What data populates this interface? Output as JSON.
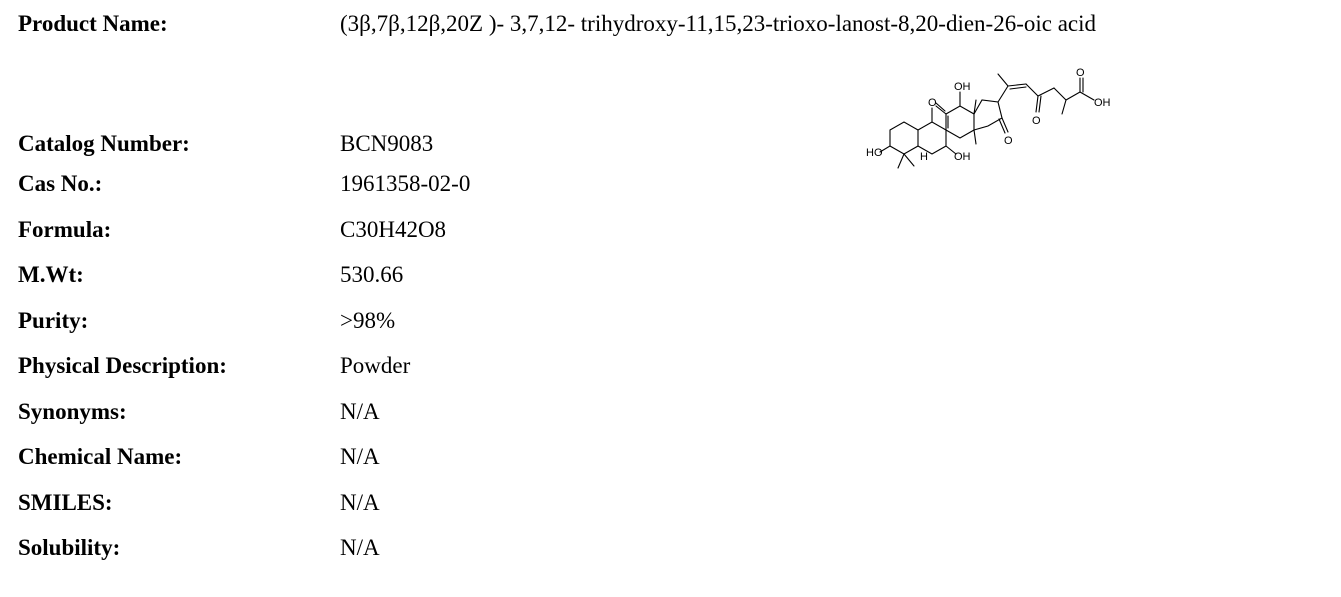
{
  "product": {
    "name_label": "Product Name:",
    "name_value": "(3β,7β,12β,20Z )- 3,7,12- trihydroxy-11,15,23-trioxo-lanost-8,20-dien-26-oic acid",
    "catalog_label": "Catalog Number:",
    "catalog_value": "BCN9083",
    "cas_label": "Cas No.:",
    "cas_value": "1961358-02-0",
    "formula_label": "Formula:",
    "formula_value": "C30H42O8",
    "mwt_label": "M.Wt:",
    "mwt_value": "530.66",
    "purity_label": "Purity:",
    "purity_value": ">98%",
    "physical_label": "Physical Description:",
    "physical_value": "Powder",
    "synonyms_label": "Synonyms:",
    "synonyms_value": "N/A",
    "chemical_label": "Chemical Name:",
    "chemical_value": "N/A",
    "smiles_label": "SMILES:",
    "smiles_value": "N/A",
    "solubility_label": "Solubility:",
    "solubility_value": "N/A"
  },
  "structure": {
    "atom_oh": "OH",
    "atom_o": "O",
    "atom_ho": "HO",
    "atom_h": "H"
  }
}
